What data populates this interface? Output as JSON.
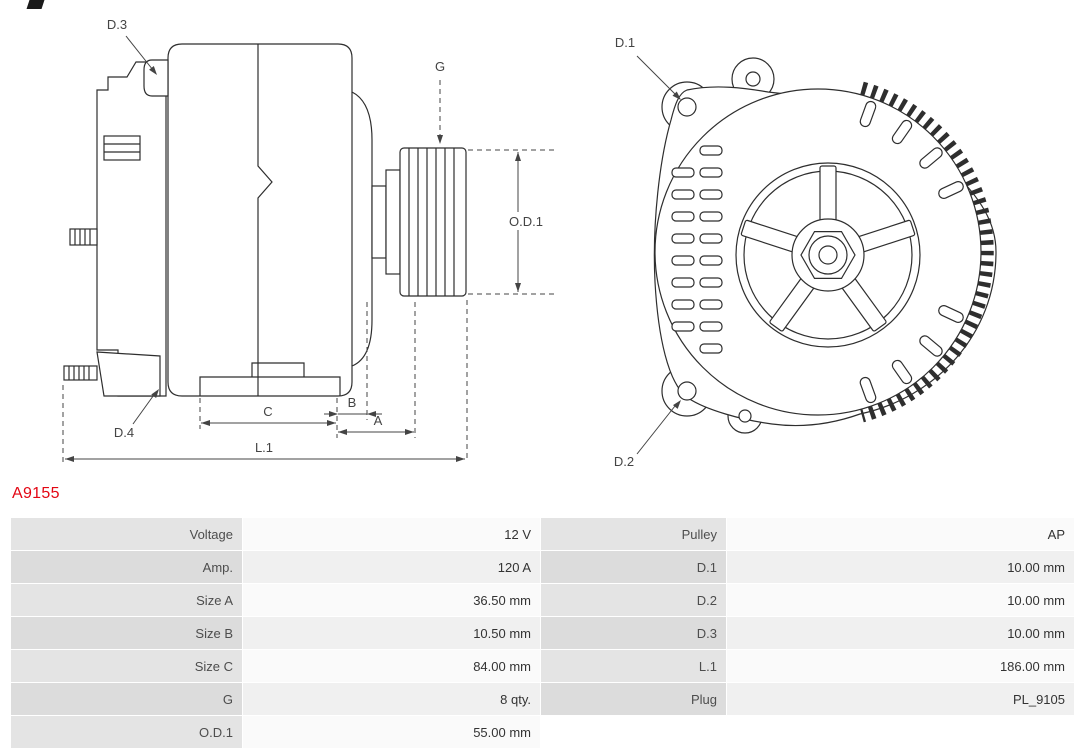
{
  "part_number": "A9155",
  "colors": {
    "accent_red": "#e30613"
  },
  "diagram": {
    "side_view": {
      "d3": "D.3",
      "d4": "D.4",
      "g": "G",
      "od1": "O.D.1",
      "a": "A",
      "b": "B",
      "c": "C",
      "l1": "L.1"
    },
    "front_view": {
      "d1": "D.1",
      "d2": "D.2"
    }
  },
  "spec_table": {
    "rows": [
      {
        "label_left": "Voltage",
        "value_left": "12 V",
        "label_right": "Pulley",
        "value_right": "AP"
      },
      {
        "label_left": "Amp.",
        "value_left": "120 A",
        "label_right": "D.1",
        "value_right": "10.00 mm"
      },
      {
        "label_left": "Size A",
        "value_left": "36.50 mm",
        "label_right": "D.2",
        "value_right": "10.00 mm"
      },
      {
        "label_left": "Size B",
        "value_left": "10.50 mm",
        "label_right": "D.3",
        "value_right": "10.00 mm"
      },
      {
        "label_left": "Size C",
        "value_left": "84.00 mm",
        "label_right": "L.1",
        "value_right": "186.00 mm"
      },
      {
        "label_left": "G",
        "value_left": "8 qty.",
        "label_right": "Plug",
        "value_right": "PL_9105"
      },
      {
        "label_left": "O.D.1",
        "value_left": "55.00 mm",
        "label_right": "",
        "value_right": ""
      }
    ]
  }
}
